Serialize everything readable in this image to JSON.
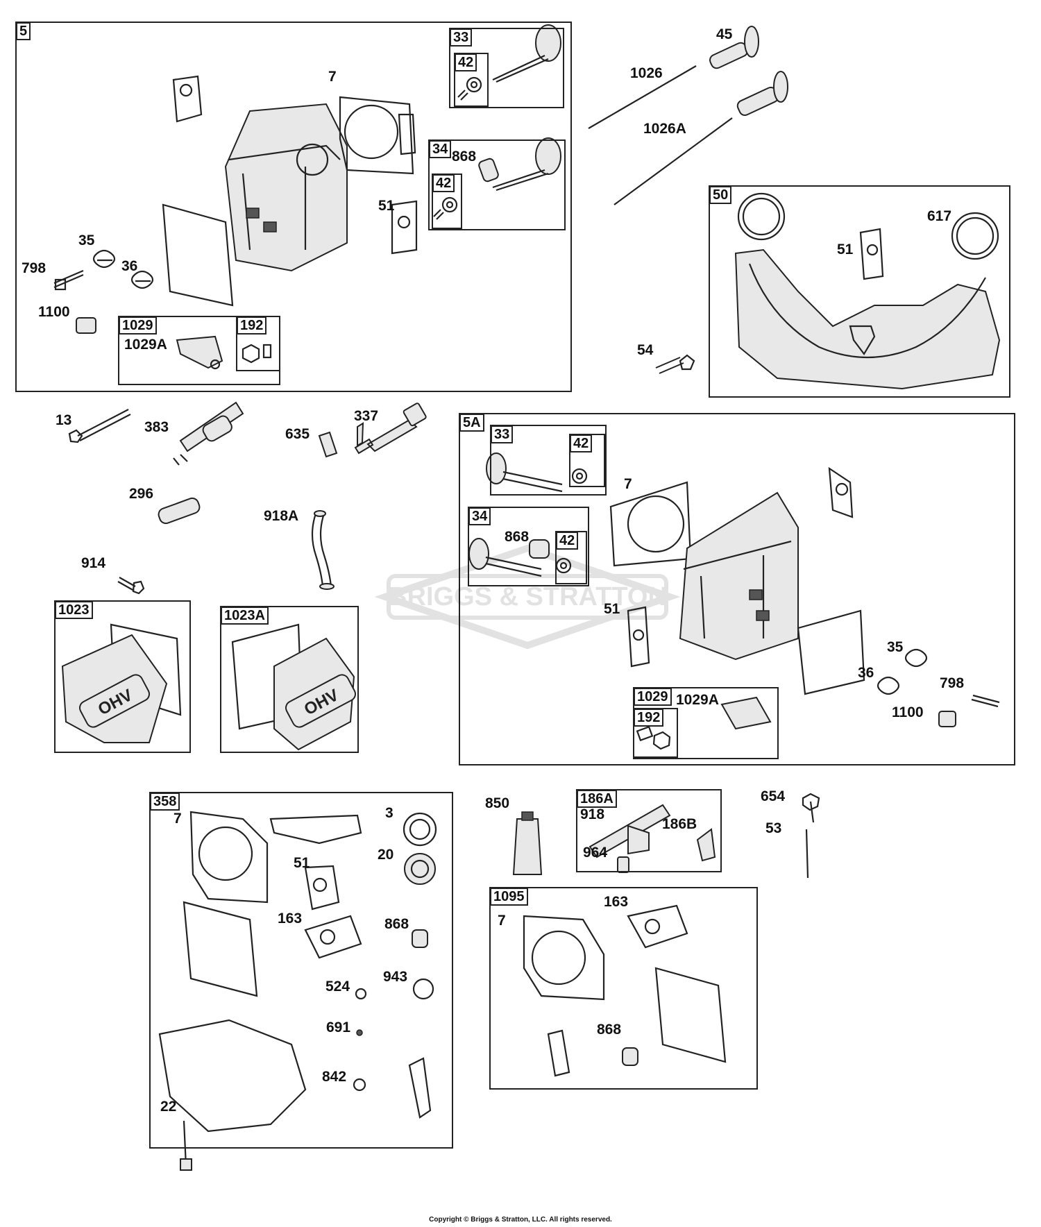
{
  "boxes": {
    "b5": "5",
    "b33a": "33",
    "b42a": "42",
    "b34a": "34",
    "b42b": "42",
    "b1029a": "1029",
    "b192a": "192",
    "b50": "50",
    "b5A": "5A",
    "b33b": "33",
    "b42c": "42",
    "b34b": "34",
    "b42d": "42",
    "b1029b": "1029",
    "b192b": "192",
    "b1023": "1023",
    "b1023A": "1023A",
    "b358": "358",
    "b186A": "186A",
    "b1095": "1095"
  },
  "labels": {
    "l7a": "7",
    "l868a": "868",
    "l51a": "51",
    "l35a": "35",
    "l798a": "798",
    "l36a": "36",
    "l1100a": "1100",
    "l1029Aa": "1029A",
    "l45": "45",
    "l1026": "1026",
    "l1026A": "1026A",
    "l617": "617",
    "l51b": "51",
    "l54": "54",
    "l13": "13",
    "l383": "383",
    "l635": "635",
    "l337": "337",
    "l296": "296",
    "l918A": "918A",
    "l914": "914",
    "l7b": "7",
    "l868b": "868",
    "l51c": "51",
    "l35b": "35",
    "l36b": "36",
    "l798b": "798",
    "l1100b": "1100",
    "l1029Ab": "1029A",
    "l7c": "7",
    "l3": "3",
    "l20": "20",
    "l51d": "51",
    "l163a": "163",
    "l868c": "868",
    "l524": "524",
    "l943": "943",
    "l691": "691",
    "l842": "842",
    "l22": "22",
    "l850": "850",
    "l918": "918",
    "l186B": "186B",
    "l964": "964",
    "l654": "654",
    "l53": "53",
    "l7d": "7",
    "l163b": "163",
    "l868d": "868"
  },
  "watermark": "BRIGGS & STRATTON",
  "cover_text": "OHV",
  "copyright": "Copyright © Briggs & Stratton, LLC. All rights reserved."
}
